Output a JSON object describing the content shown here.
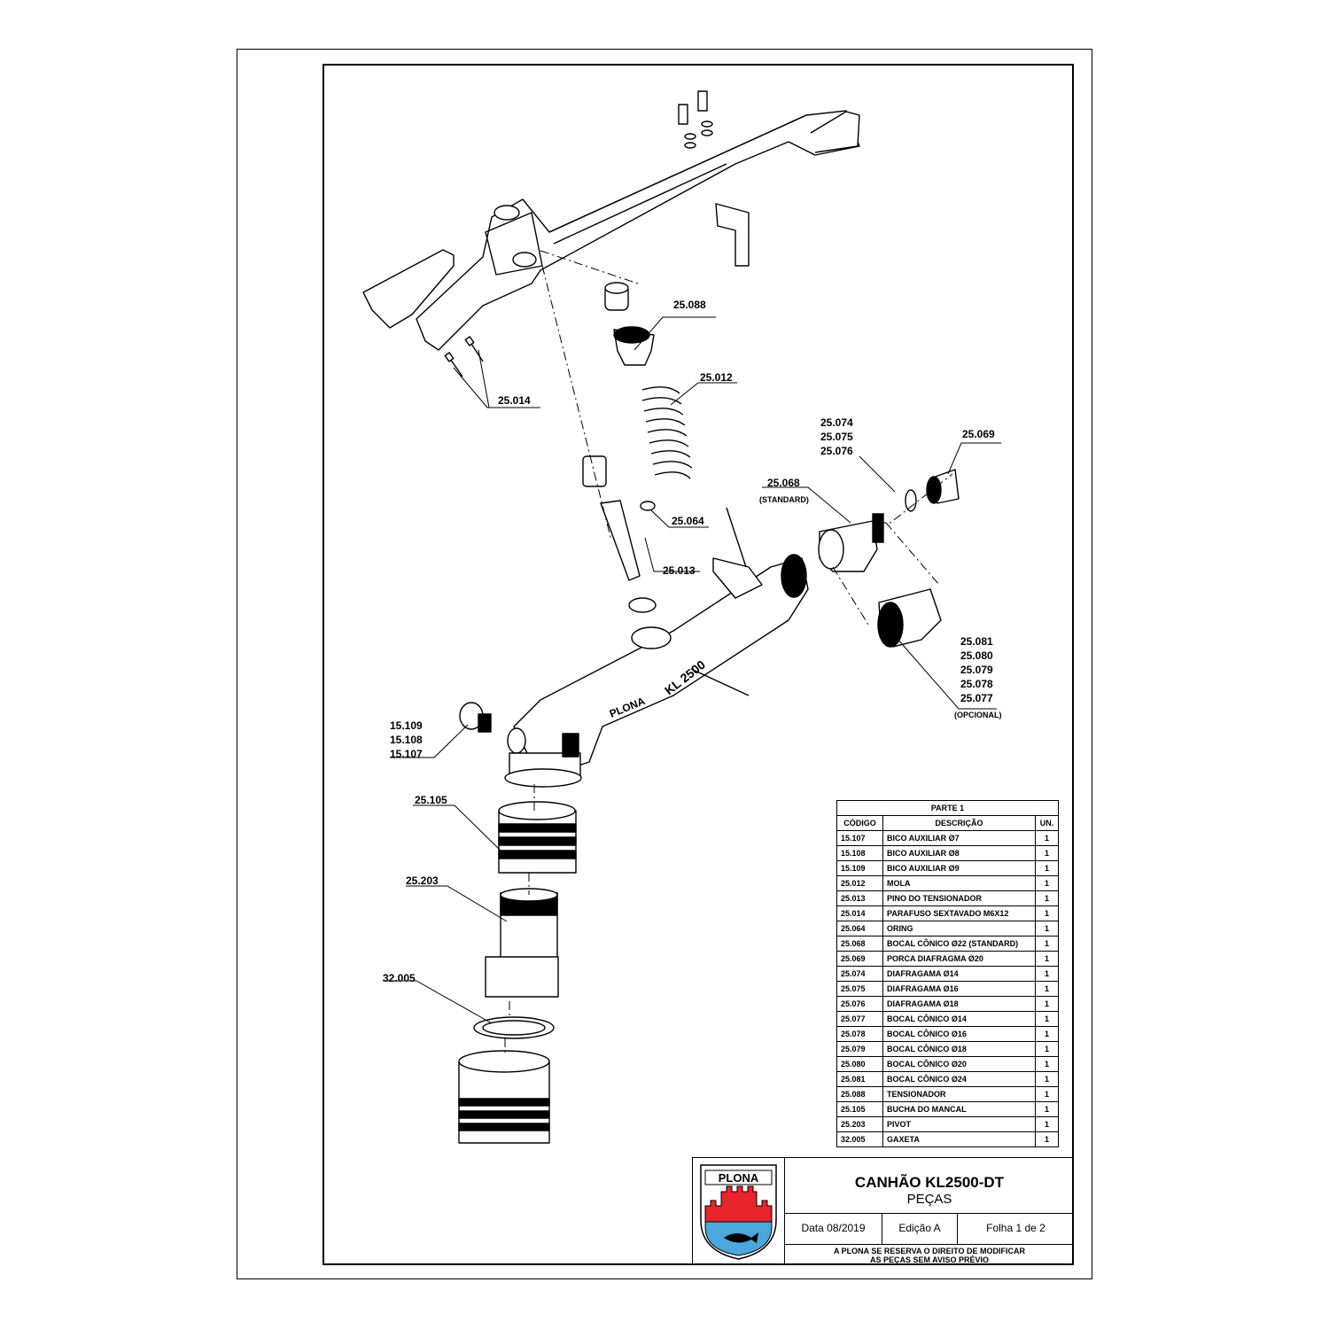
{
  "callouts": {
    "c25088": "25.088",
    "c25012": "25.012",
    "c25014": "25.014",
    "c25074": [
      "25.074",
      "25.075",
      "25.076"
    ],
    "c25069": "25.069",
    "c25068": "25.068",
    "c25068_note": "(STANDARD)",
    "c25064": "25.064",
    "c25013": "25.013",
    "c25081": [
      "25.081",
      "25.080",
      "25.079",
      "25.078",
      "25.077"
    ],
    "c25081_note": "(OPCIONAL)",
    "c15109": [
      "15.109",
      "15.108",
      "15.107"
    ],
    "c25105": "25.105",
    "c25203": "25.203",
    "c32005": "32.005"
  },
  "body_marking": "KL 2500",
  "body_brand": "PLONA",
  "parts_table": {
    "caption": "PARTE 1",
    "headers": [
      "CÓDIGO",
      "DESCRIÇÃO",
      "UN."
    ],
    "rows": [
      [
        "15.107",
        "BICO AUXILIAR Ø7",
        "1"
      ],
      [
        "15.108",
        "BICO AUXILIAR Ø8",
        "1"
      ],
      [
        "15.109",
        "BICO AUXILIAR Ø9",
        "1"
      ],
      [
        "25.012",
        "MOLA",
        "1"
      ],
      [
        "25.013",
        "PINO DO TENSIONADOR",
        "1"
      ],
      [
        "25.014",
        "PARAFUSO SEXTAVADO M6X12",
        "1"
      ],
      [
        "25.064",
        "ORING",
        "1"
      ],
      [
        "25.068",
        "BOCAL CÔNICO Ø22 (STANDARD)",
        "1"
      ],
      [
        "25.069",
        "PORCA DIAFRAGMA Ø20",
        "1"
      ],
      [
        "25.074",
        "DIAFRAGAMA Ø14",
        "1"
      ],
      [
        "25.075",
        "DIAFRAGAMA Ø16",
        "1"
      ],
      [
        "25.076",
        "DIAFRAGAMA Ø18",
        "1"
      ],
      [
        "25.077",
        "BOCAL CÔNICO Ø14",
        "1"
      ],
      [
        "25.078",
        "BOCAL CÔNICO Ø16",
        "1"
      ],
      [
        "25.079",
        "BOCAL CÔNICO Ø18",
        "1"
      ],
      [
        "25.080",
        "BOCAL CÔNICO Ø20",
        "1"
      ],
      [
        "25.081",
        "BOCAL CÔNICO Ø24",
        "1"
      ],
      [
        "25.088",
        "TENSIONADOR",
        "1"
      ],
      [
        "25.105",
        "BUCHA DO MANCAL",
        "1"
      ],
      [
        "25.203",
        "PIVOT",
        "1"
      ],
      [
        "32.005",
        "GAXETA",
        "1"
      ]
    ]
  },
  "title_block": {
    "logo_text": "PLONA",
    "title": "CANHÃO KL2500-DT",
    "subtitle": "PEÇAS",
    "date": "Data 08/2019",
    "edition": "Edição A",
    "sheet": "Folha 1 de 2",
    "note_line1": "A PLONA SE RESERVA O DIREITO DE MODIFICAR",
    "note_line2": "AS PEÇAS SEM AVISO PRÉVIO"
  },
  "colors": {
    "logo_red": "#e8242c",
    "logo_blue": "#4aa8dc",
    "line": "#000000"
  }
}
